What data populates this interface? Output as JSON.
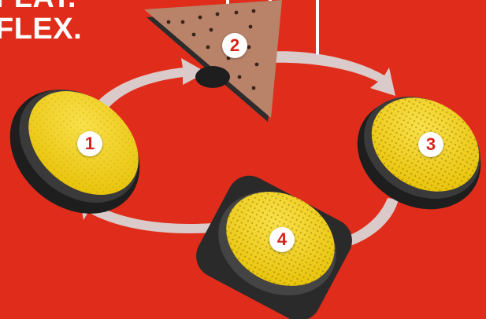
{
  "headline": {
    "line1": "FLAT.",
    "line2": "FLEX."
  },
  "badges": {
    "one": "1",
    "two": "2",
    "three": "3",
    "four": "4"
  },
  "icons": [
    "round-pad",
    "triangle-pad",
    "round-pad-perforated",
    "square-round-pad",
    "cycle-arrow"
  ],
  "colors": {
    "background": "#e02d1b",
    "pad_yellow": "#f0cf12",
    "sandpaper": "#b9836a",
    "arrow": "#d8d8d8"
  }
}
